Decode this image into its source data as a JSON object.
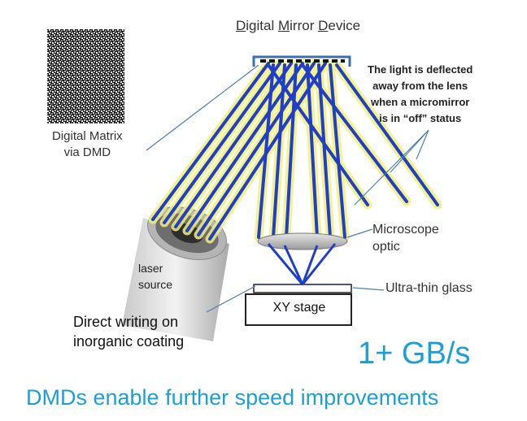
{
  "dmd": {
    "title_parts": [
      {
        "initial": "D",
        "rest": "igital "
      },
      {
        "initial": "M",
        "rest": "irror "
      },
      {
        "initial": "D",
        "rest": "evice"
      }
    ]
  },
  "matrix_label": {
    "line1": "Digital Matrix",
    "line2": "via DMD"
  },
  "deflection_note": {
    "line1": "The light is deflected",
    "line2": "away from the lens",
    "line3": "when a micromirror",
    "line4": "is in “off” status"
  },
  "laser_label": {
    "line1": "laser",
    "line2": "source"
  },
  "microscope_label": {
    "line1": "Microscope",
    "line2": "optic"
  },
  "glass_label": "Ultra-thin glass",
  "stage_label": "XY stage",
  "writing_label": {
    "line1": "Direct writing on",
    "line2": "inorganic coating"
  },
  "speed_label": "1+ GB/s",
  "tagline": "DMDs enable further speed improvements",
  "colors": {
    "beam": "#1f3ec9",
    "glow": "#f3f07a",
    "accent": "#1a9fd6"
  }
}
